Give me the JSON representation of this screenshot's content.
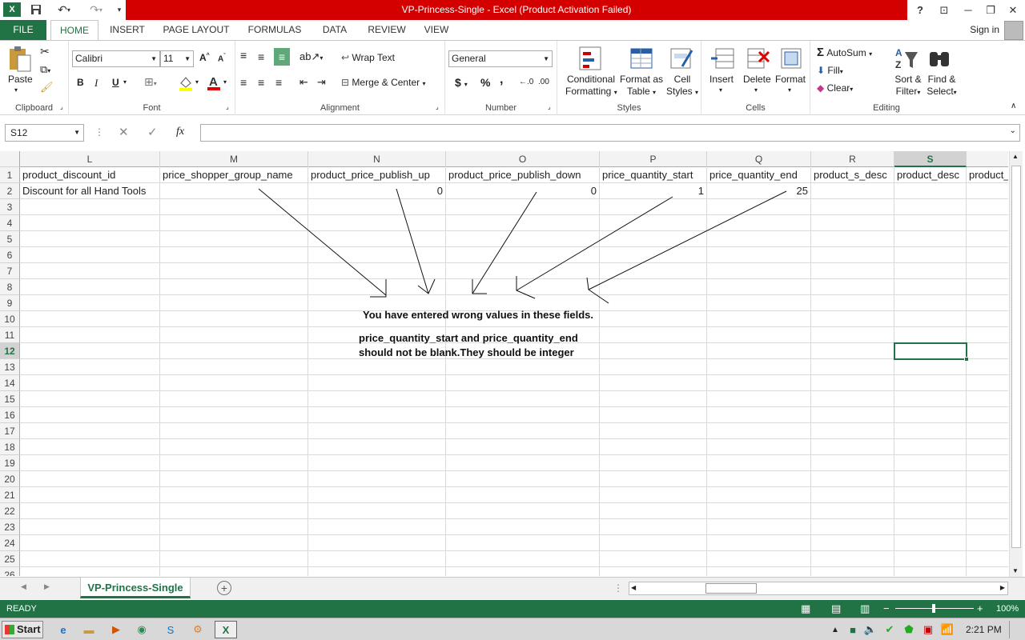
{
  "window": {
    "title": "VP-Princess-Single -  Excel (Product Activation Failed)",
    "help": "?",
    "minimize": "─",
    "restore": "❐",
    "close": "✕"
  },
  "ribbon_tabs": [
    "FILE",
    "HOME",
    "INSERT",
    "PAGE LAYOUT",
    "FORMULAS",
    "DATA",
    "REVIEW",
    "VIEW"
  ],
  "signin": "Sign in",
  "ribbon": {
    "clipboard": {
      "label": "Clipboard",
      "paste": "Paste"
    },
    "font": {
      "label": "Font",
      "family": "Calibri",
      "size": "11",
      "bold": "B",
      "italic": "I",
      "underline": "U",
      "grow": "A",
      "shrink": "A"
    },
    "alignment": {
      "label": "Alignment",
      "wrap": "Wrap Text",
      "merge": "Merge & Center"
    },
    "number": {
      "label": "Number",
      "format": "General",
      "currency": "$",
      "percent": "%",
      "comma": ","
    },
    "styles": {
      "label": "Styles",
      "conditional": "Conditional",
      "conditional2": "Formatting",
      "format_table": "Format as",
      "format_table2": "Table",
      "cell_styles": "Cell",
      "cell_styles2": "Styles"
    },
    "cells": {
      "label": "Cells",
      "insert": "Insert",
      "delete": "Delete",
      "format": "Format"
    },
    "editing": {
      "label": "Editing",
      "autosum": "AutoSum",
      "fill": "Fill",
      "clear": "Clear",
      "sort": "Sort &",
      "sort2": "Filter",
      "find": "Find &",
      "find2": "Select"
    }
  },
  "formula_bar": {
    "name_box": "S12",
    "fx": "fx",
    "value": ""
  },
  "columns": [
    {
      "letter": "L",
      "header": "product_discount_id",
      "row2": "Discount for all Hand Tools",
      "numeric": false
    },
    {
      "letter": "M",
      "header": "price_shopper_group_name",
      "row2": "",
      "numeric": false
    },
    {
      "letter": "N",
      "header": "product_price_publish_up",
      "row2": "0",
      "numeric": true
    },
    {
      "letter": "O",
      "header": "product_price_publish_down",
      "row2": "0",
      "numeric": true
    },
    {
      "letter": "P",
      "header": "price_quantity_start",
      "row2": "1",
      "numeric": true
    },
    {
      "letter": "Q",
      "header": "price_quantity_end",
      "row2": "25",
      "numeric": true
    },
    {
      "letter": "R",
      "header": "product_s_desc",
      "row2": "",
      "numeric": false
    },
    {
      "letter": "S",
      "header": "product_desc",
      "row2": "",
      "numeric": false
    },
    {
      "letter": "",
      "header": "product_",
      "row2": "",
      "numeric": false
    }
  ],
  "rows": [
    "1",
    "2",
    "3",
    "4",
    "5",
    "6",
    "7",
    "8",
    "9",
    "10",
    "11",
    "12",
    "13",
    "14",
    "15",
    "16",
    "17",
    "18",
    "19",
    "20",
    "21",
    "22",
    "23",
    "24",
    "25",
    "26"
  ],
  "selected_cell": "S12",
  "annotation": {
    "line1": "You have entered wrong values in these fields.",
    "line2": "price_quantity_start and price_quantity_end",
    "line3": "should not be blank.They should be integer"
  },
  "sheet_tab": "VP-Princess-Single",
  "status": {
    "ready": "READY",
    "zoom": "100%"
  },
  "taskbar": {
    "start": "Start",
    "time": "2:21 PM"
  },
  "accent": "#217346"
}
